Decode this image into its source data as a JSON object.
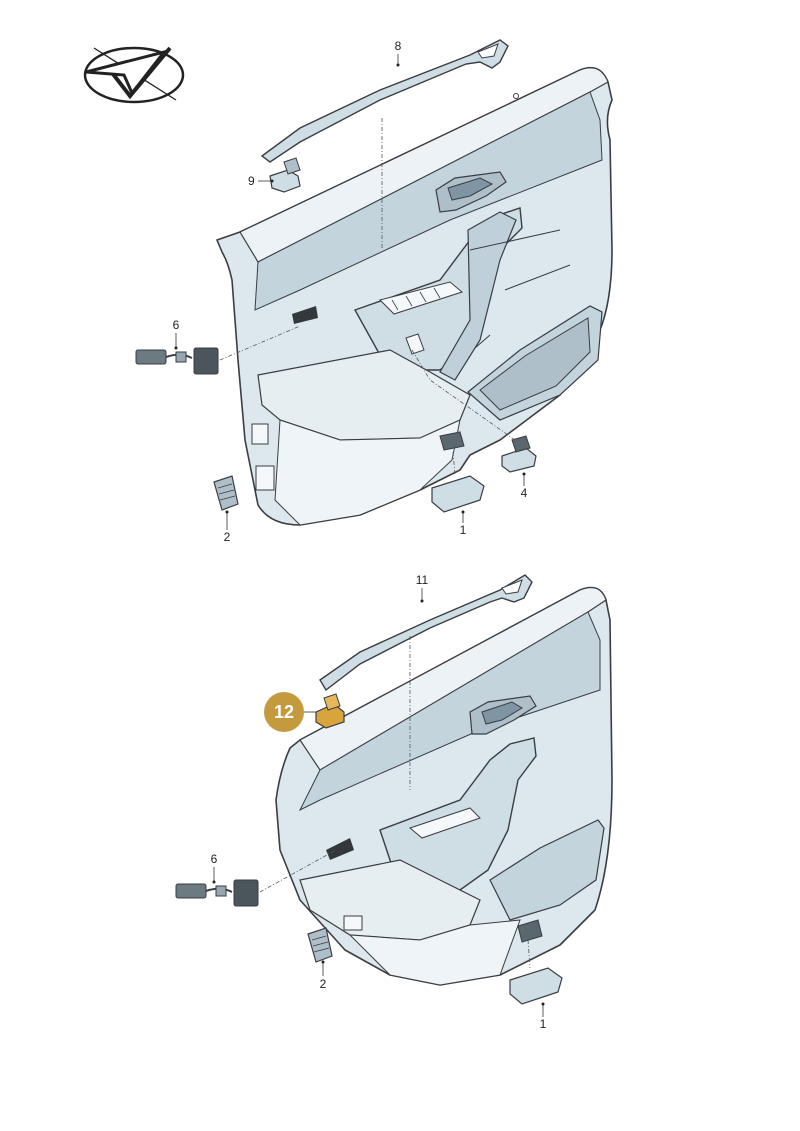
{
  "callouts": {
    "top": {
      "c8": "8",
      "c9": "9",
      "c6": "6",
      "c2": "2",
      "c1": "1",
      "c4": "4"
    },
    "bottom": {
      "c11": "11",
      "c12": "12",
      "c6": "6",
      "c2": "2",
      "c1": "1"
    }
  },
  "colors": {
    "panel_fill": "#dde8ee",
    "panel_shade": "#c3d4dd",
    "panel_dark": "#aebfca",
    "outline": "#3a3d42",
    "highlight_part": "#d8a43c",
    "badge": "#c49a3e"
  },
  "icons": [
    "checkmark-logo-icon"
  ]
}
